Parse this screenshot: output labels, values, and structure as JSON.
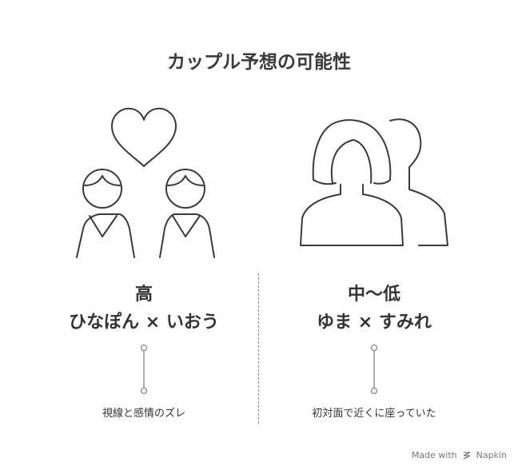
{
  "title": "カップル予想の可能性",
  "left": {
    "level": "高",
    "pair": "ひなぽん × いおう",
    "note": "視線と感情のズレ"
  },
  "right": {
    "level": "中〜低",
    "pair": "ゆま × すみれ",
    "note": "初対面で近くに座っていた"
  },
  "watermark": {
    "made_with": "Made with",
    "brand": "Napkin"
  },
  "colors": {
    "line": "#3a3a3a",
    "connector": "#9a9a9a",
    "divider": "#888888"
  },
  "icons": [
    "heart-icon",
    "couple-icon",
    "silhouette-pair-icon",
    "napkin-logo-icon"
  ]
}
